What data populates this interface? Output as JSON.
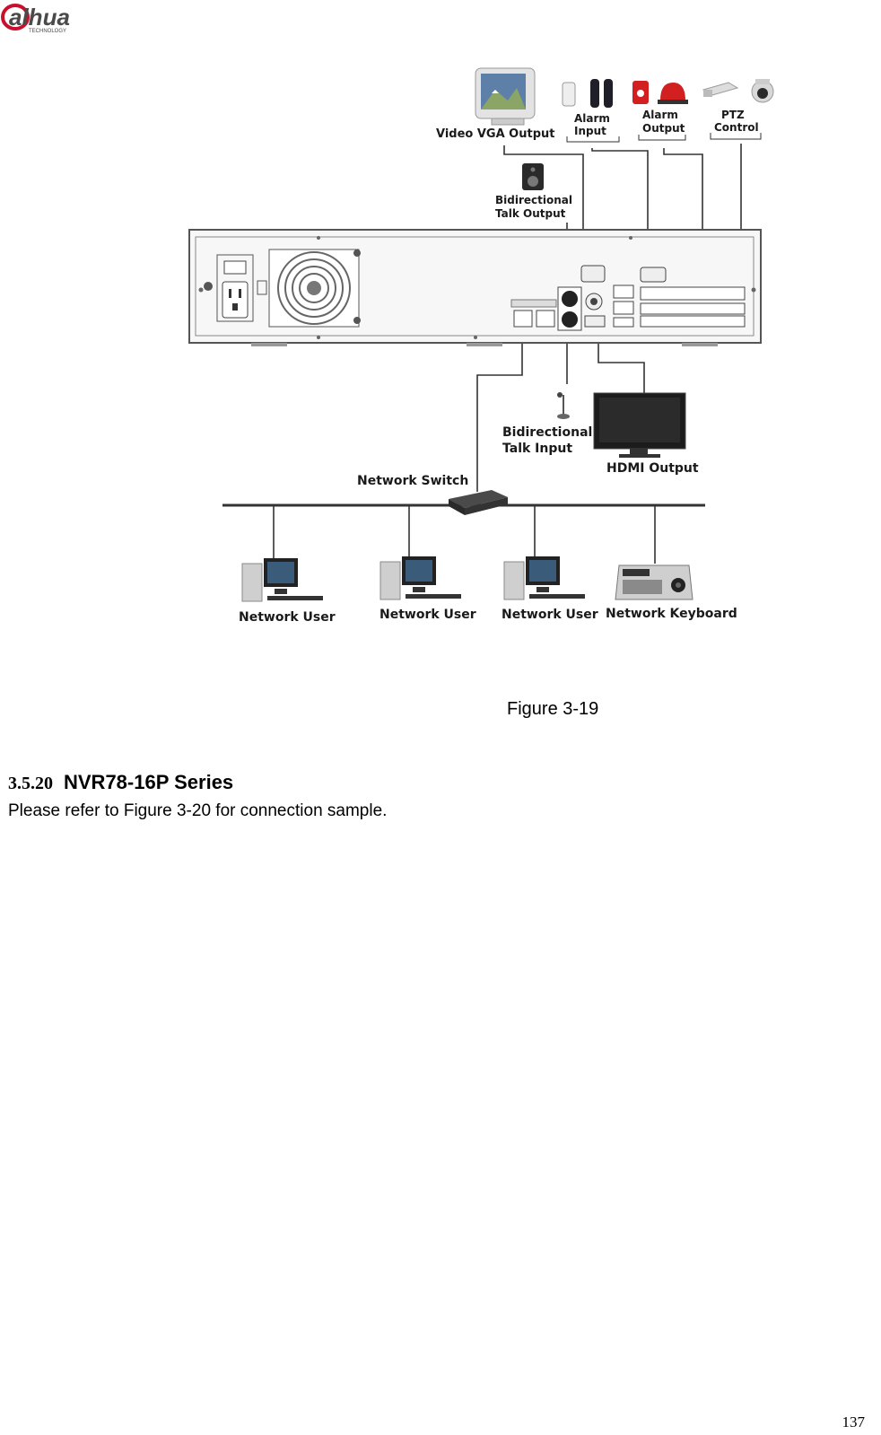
{
  "header": {
    "logo_text": "alhua",
    "logo_sub": "TECHNOLOGY"
  },
  "figure": {
    "labels": {
      "video_vga_output": "Video VGA Output",
      "alarm_input": [
        "Alarm",
        "Input"
      ],
      "alarm_output": [
        "Alarm",
        "Output"
      ],
      "ptz_control": [
        "PTZ",
        "Control"
      ],
      "bidirectional_talk_output": [
        "Bidirectional",
        "Talk Output"
      ],
      "bidirectional_talk_input": [
        "Bidirectional",
        "Talk Input"
      ],
      "hdmi_output": "HDMI Output",
      "network_switch": "Network Switch",
      "network_user": "Network User",
      "network_keyboard": "Network Keyboard"
    },
    "caption": "Figure 3-19"
  },
  "section": {
    "number": "3.5.20",
    "title": "NVR78-16P Series",
    "body": "Please refer to Figure 3-20 for connection sample."
  },
  "footer": {
    "page_number": "137"
  },
  "colors": {
    "logo_red": "#c8102e",
    "logo_dark": "#4a4a4a",
    "line": "#333333",
    "alarm_red": "#d21f1f"
  }
}
